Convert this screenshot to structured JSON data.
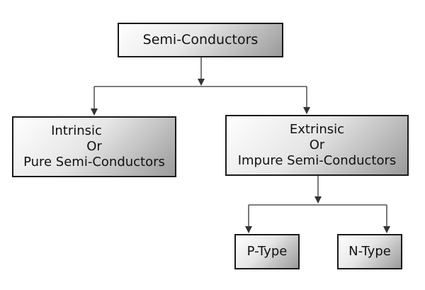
{
  "nodes": {
    "root": {
      "label": "Semi-Conductors"
    },
    "intrinsic": {
      "lines": [
        "Intrinsic",
        "Or",
        "Pure Semi-Conductors"
      ]
    },
    "extrinsic": {
      "lines": [
        "Extrinsic",
        "Or",
        "Impure Semi-Conductors"
      ]
    },
    "p_type": {
      "label": "P-Type"
    },
    "n_type": {
      "label": "N-Type"
    }
  },
  "colors": {
    "line": "#333333",
    "border": "#1a1a1a"
  }
}
